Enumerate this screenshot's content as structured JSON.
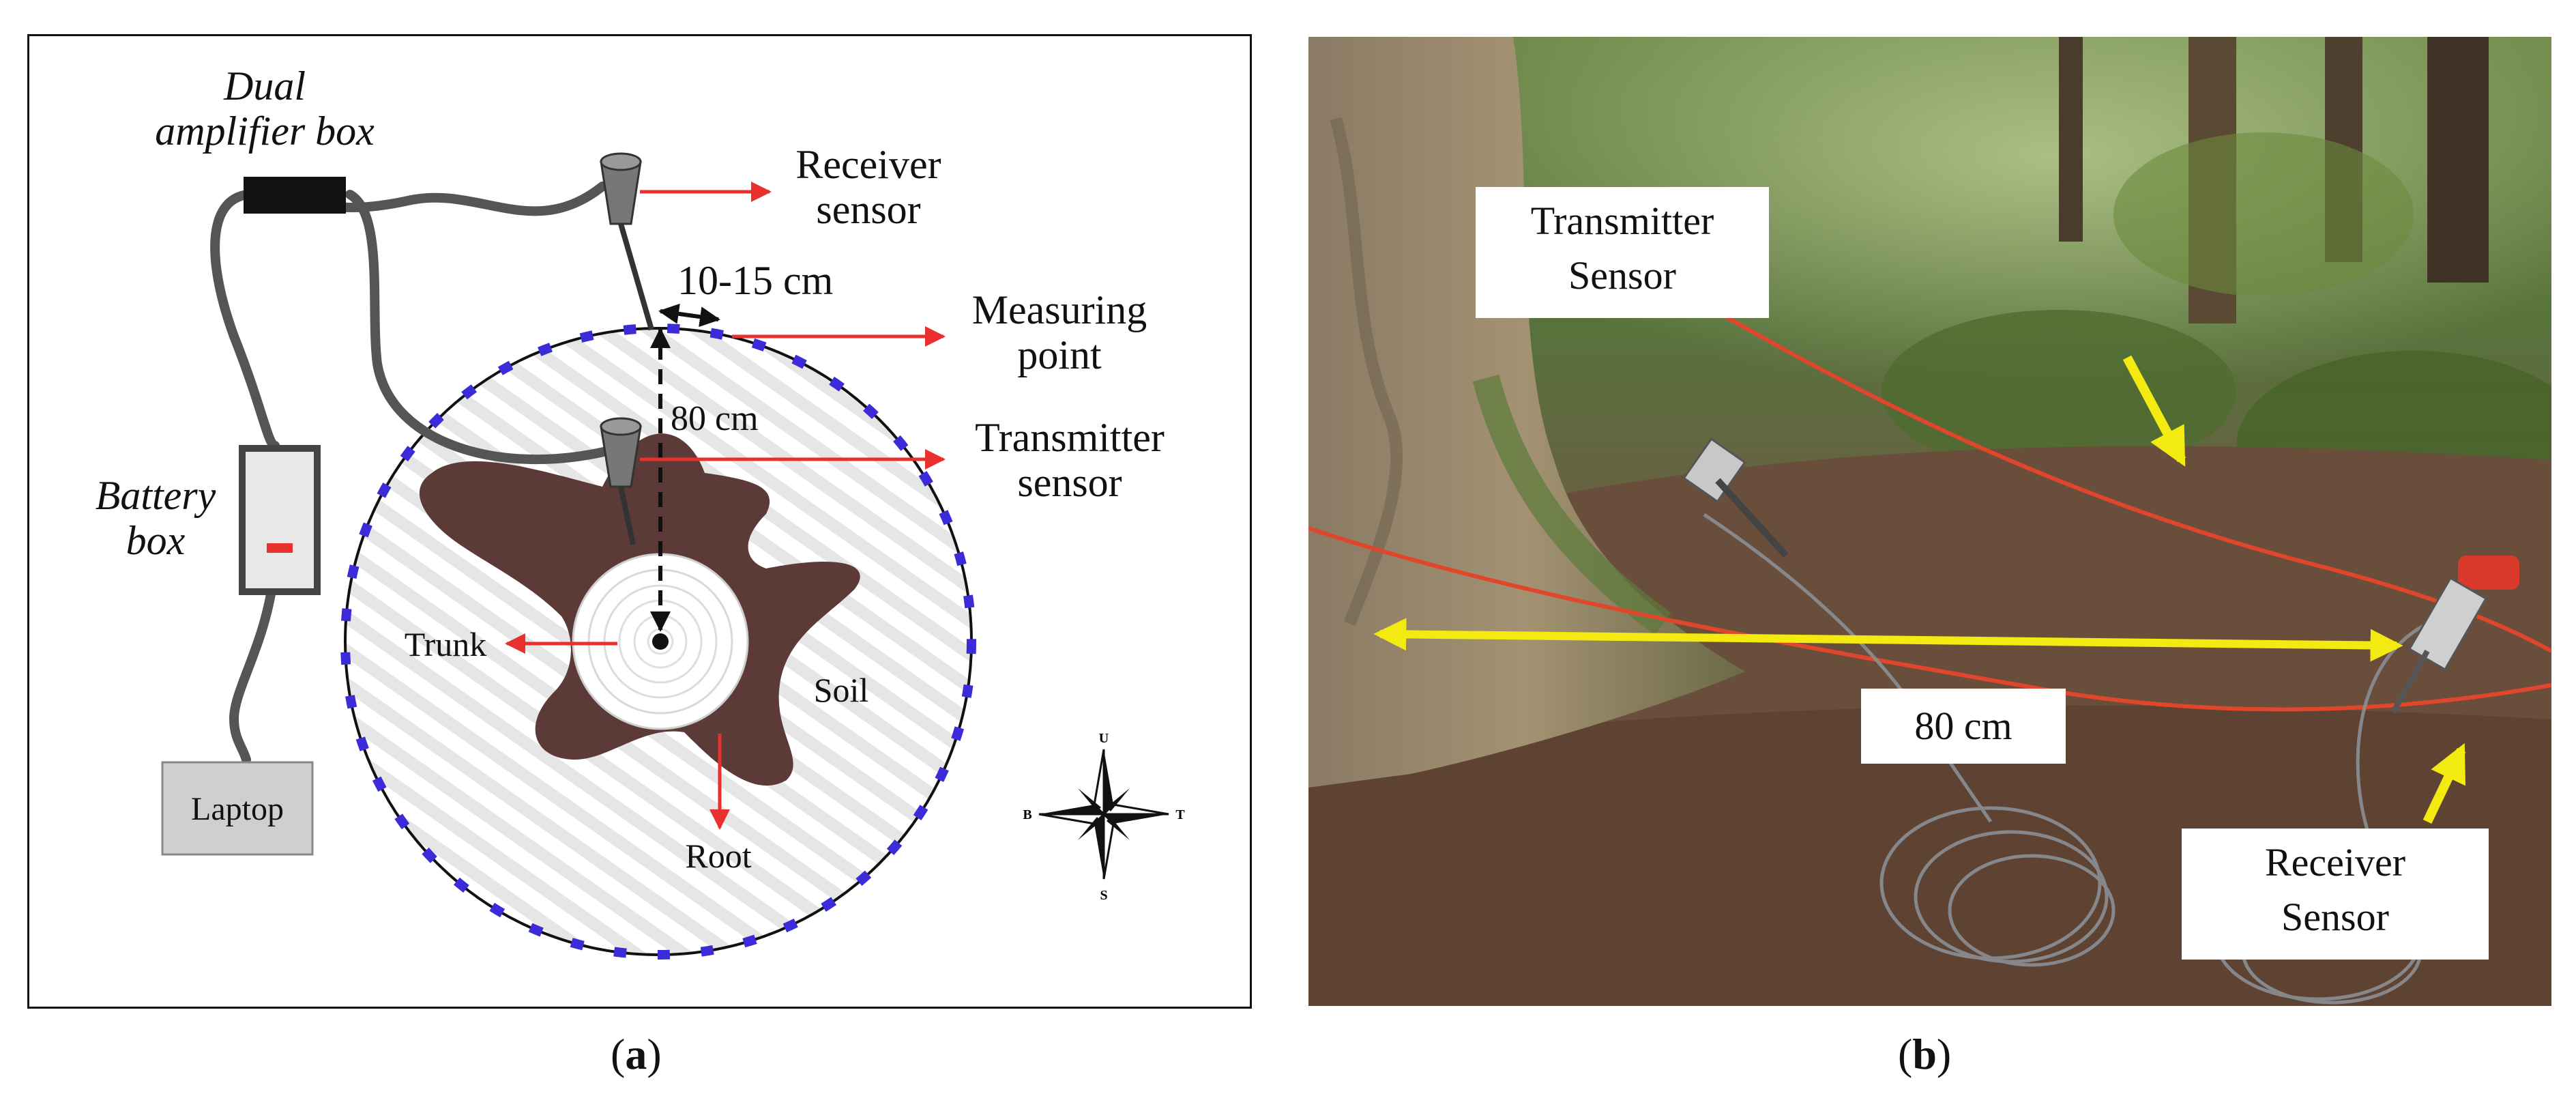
{
  "panel_a": {
    "labels": {
      "dual_amplifier_box": "Dual amplifier box",
      "receiver_sensor": "Receiver sensor",
      "distance_10_15": "10-15 cm",
      "measuring_point": "Measuring point",
      "distance_80": "80 cm",
      "transmitter_sensor": "Transmitter sensor",
      "battery_box": "Battery box",
      "trunk": "Trunk",
      "soil": "Soil",
      "root": "Root",
      "laptop": "Laptop"
    },
    "compass": {
      "north": "U",
      "south": "S",
      "west": "B",
      "east": "T"
    },
    "colors": {
      "root": "#5c3a38",
      "arrow": "#e8312e",
      "dots": "#3b2bd8",
      "cable": "#555555"
    }
  },
  "panel_b": {
    "labels": {
      "transmitter_sensor": "Transmitter Sensor",
      "distance_80": "80 cm",
      "receiver_sensor": "Receiver Sensor"
    },
    "colors": {
      "arrow": "#f2ea10",
      "cable": "#e0462c"
    }
  },
  "captions": {
    "a_letter": "a",
    "b_letter": "b",
    "open": "(",
    "close": ")"
  }
}
